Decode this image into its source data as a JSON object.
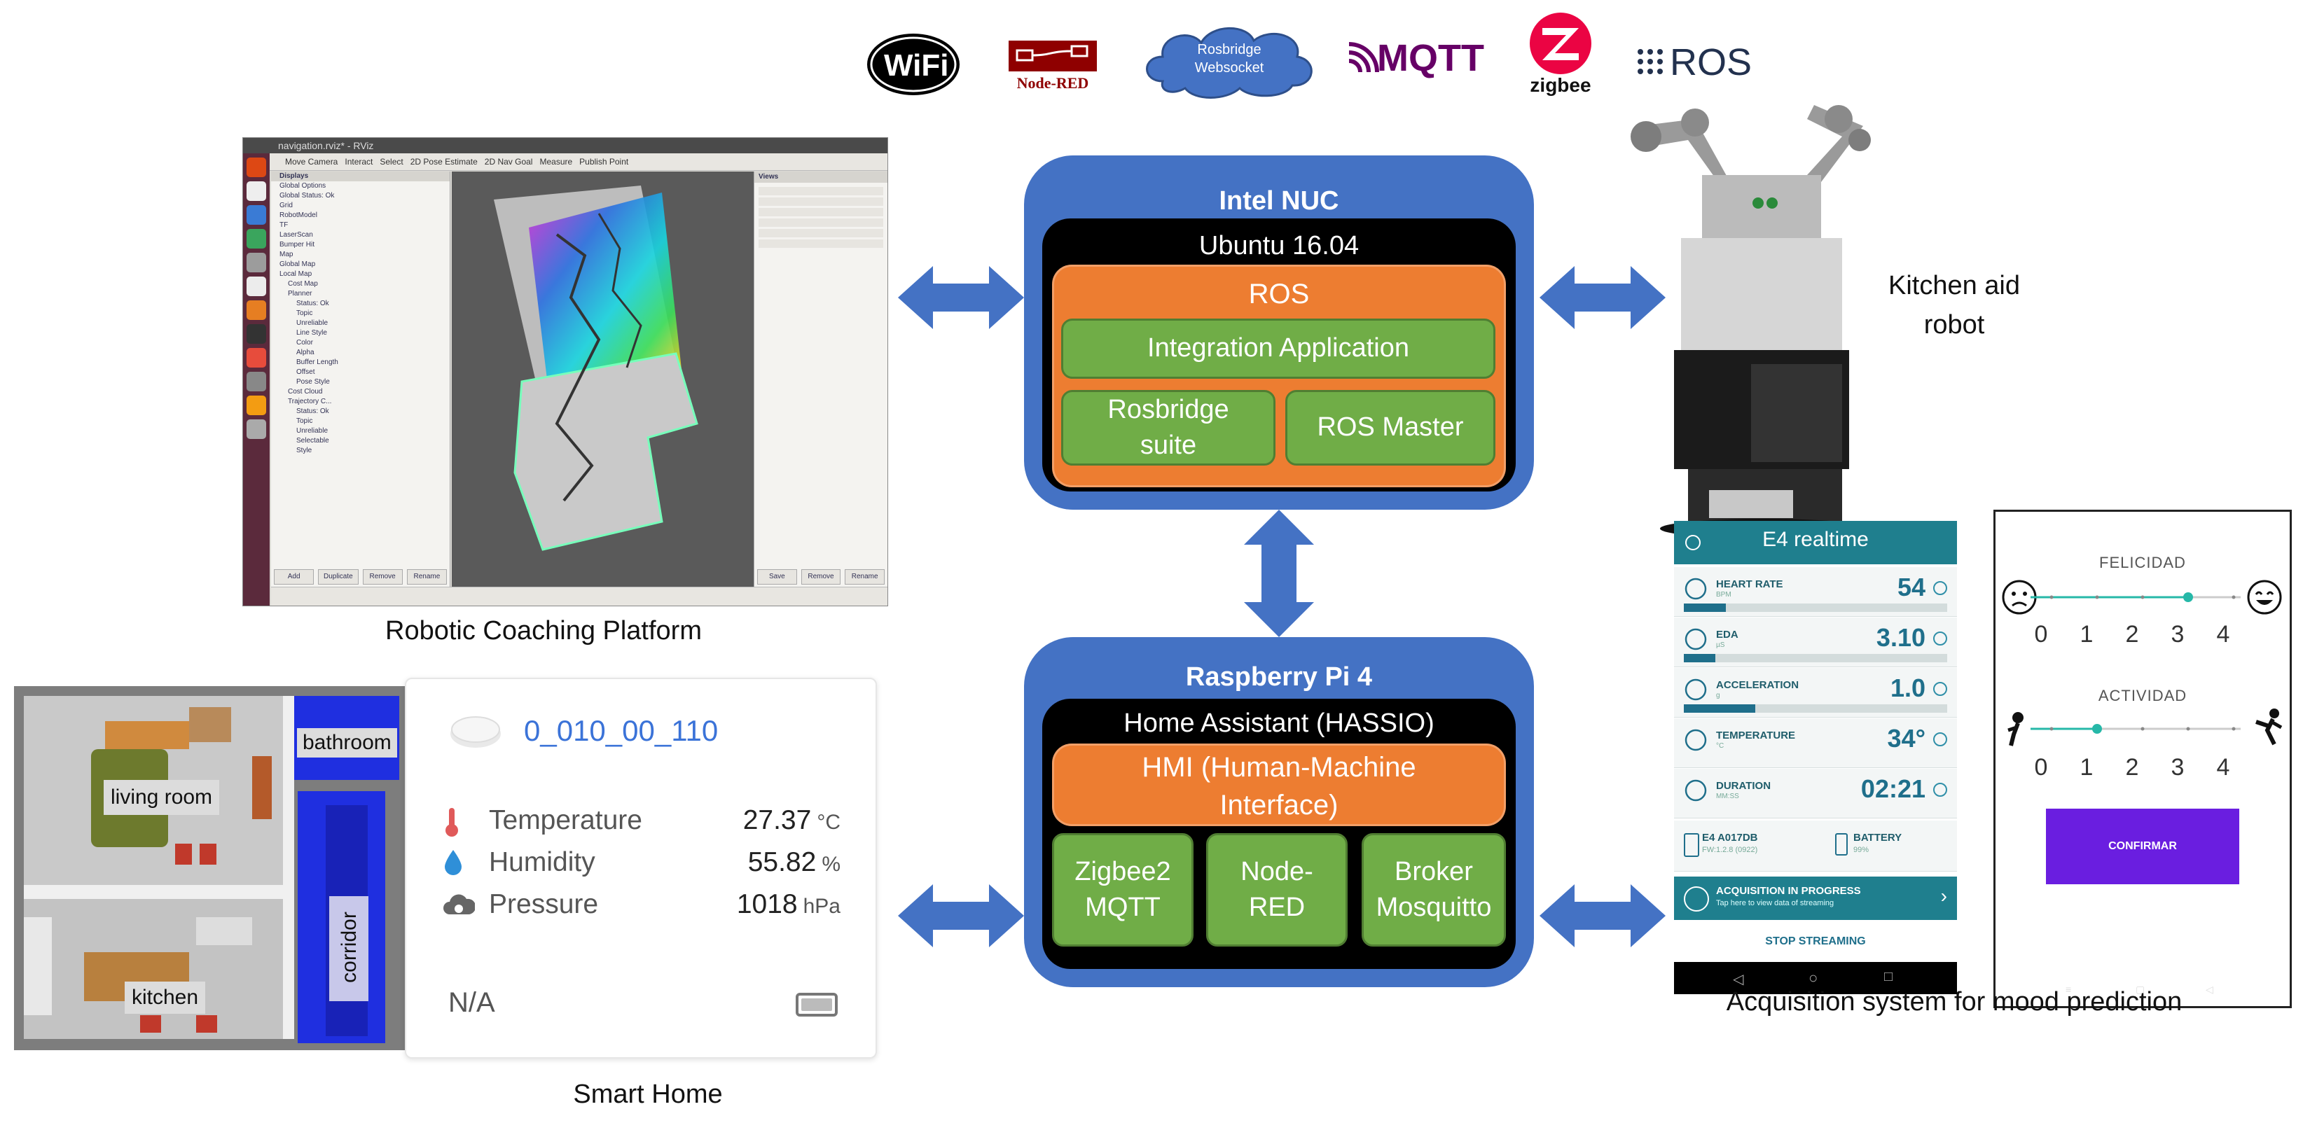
{
  "logos": {
    "wifi": "WiFi",
    "nodered": "Node-RED",
    "rosbridge": "Rosbridge Websocket",
    "mqtt": "MQTT",
    "zigbee": "zigbee",
    "ros": "ROS"
  },
  "intel_nuc": {
    "title": "Intel NUC",
    "os": "Ubuntu 16.04",
    "ros": "ROS",
    "integration": "Integration Application",
    "rosbridge_suite": "Rosbridge suite",
    "ros_master": "ROS Master"
  },
  "raspberry": {
    "title": "Raspberry Pi 4",
    "os": "Home Assistant (HASSIO)",
    "hmi": "HMI (Human-Machine Interface)",
    "zigbee2mqtt": "Zigbee2 MQTT",
    "nodered": "Node-RED",
    "broker": "Broker Mosquitto"
  },
  "captions": {
    "robotic_coaching": "Robotic Coaching Platform",
    "smart_home": "Smart Home",
    "kitchen_robot": "Kitchen aid robot",
    "acquisition": "Acquisition system for mood prediction"
  },
  "smart_home": {
    "rooms": {
      "living_room": "living room",
      "bathroom": "bathroom",
      "kitchen": "kitchen",
      "corridor": "corridor"
    },
    "sensor": {
      "device_id": "0_010_00_110",
      "rows": [
        {
          "label": "Temperature",
          "value": "27.37",
          "unit": "°C",
          "icon": "thermometer-icon",
          "color": "#e05a5a"
        },
        {
          "label": "Humidity",
          "value": "55.82",
          "unit": "%",
          "icon": "water-drop-icon",
          "color": "#2f8fd8"
        },
        {
          "label": "Pressure",
          "value": "1018",
          "unit": "hPa",
          "icon": "cloud-gauge-icon",
          "color": "#666666"
        }
      ],
      "footer": "N/A"
    }
  },
  "e4": {
    "title": "E4 realtime",
    "rows": [
      {
        "label": "HEART RATE",
        "sub": "BPM",
        "value": "54",
        "fill": 0.16
      },
      {
        "label": "EDA",
        "sub": "µS",
        "value": "3.10",
        "fill": 0.12
      },
      {
        "label": "ACCELERATION",
        "sub": "g",
        "value": "1.0",
        "fill": 0.27
      },
      {
        "label": "TEMPERATURE",
        "sub": "°C",
        "value": "34°",
        "fill": 0
      },
      {
        "label": "DURATION",
        "sub": "MM:SS",
        "value": "02:21",
        "fill": 0
      }
    ],
    "device": "E4 A017DB",
    "device_sub": "FW:1.2.8 (0922)",
    "battery": "BATTERY",
    "battery_sub": "99%",
    "acq_title": "ACQUISITION IN PROGRESS",
    "acq_sub": "Tap here to view data of streaming",
    "stop": "STOP STREAMING"
  },
  "mood": {
    "felicidad": "FELICIDAD",
    "actividad": "ACTIVIDAD",
    "scale": [
      "0",
      "1",
      "2",
      "3",
      "4"
    ],
    "felicidad_value": 3,
    "actividad_value": 1,
    "confirm": "CONFIRMAR"
  },
  "rviz": {
    "window_title": "navigation.rviz* - RViz",
    "displays_header": "Displays",
    "views_header": "Views",
    "tree": [
      "Global Options",
      "Global Status: Ok",
      "Grid",
      "RobotModel",
      "TF",
      "LaserScan",
      "Bumper Hit",
      "Map",
      "Global Map",
      "Local Map",
      "Cost Map",
      "Planner",
      "Status: Ok",
      "Topic",
      "Unreliable",
      "Line Style",
      "Color",
      "Alpha",
      "Buffer Length",
      "Offset",
      "Pose Style",
      "Cost Cloud",
      "Trajectory C...",
      "Status: Ok",
      "Topic",
      "Unreliable",
      "Selectable",
      "Style"
    ],
    "buttons": [
      "Add",
      "Duplicate",
      "Remove",
      "Rename"
    ],
    "view_buttons": [
      "Save",
      "Remove",
      "Rename"
    ]
  },
  "colors": {
    "box_blue": "#4472c4",
    "orange": "#ed7d31",
    "green": "#70ad47",
    "e4_teal": "#1f6f8b",
    "confirm_purple": "#6a1ee0"
  }
}
